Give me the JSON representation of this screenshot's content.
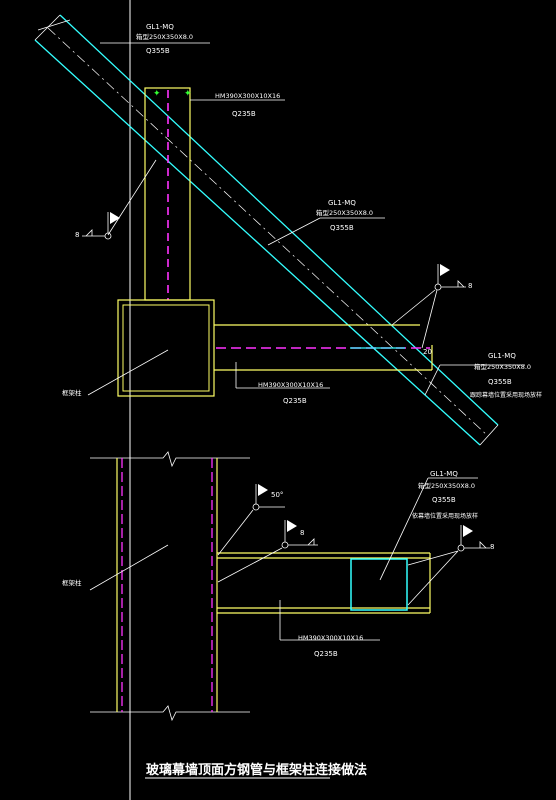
{
  "colors": {
    "background": "#000000",
    "steel_outline": "#ffff66",
    "tube": "#33ffff",
    "centerline": "#ff33ff",
    "leader": "#ffffff",
    "dashed_axis": "#ffffff",
    "weld_mark": "#33ff33"
  },
  "labels": {
    "beam_top_name": "GL1-MQ",
    "beam_top_spec": "箱型250X350X8.0",
    "beam_top_grade": "Q355B",
    "hm_top_spec": "HM390X300X10X16",
    "hm_top_grade": "Q235B",
    "beam_mid_name": "GL1-MQ",
    "beam_mid_spec": "箱型250X350X8.0",
    "beam_mid_grade": "Q355B",
    "weld_left": "8",
    "weld_right": "8",
    "beam_right_name": "GL1-MQ",
    "beam_right_spec": "箱型250X350X8.0",
    "beam_right_grade": "Q355B",
    "beam_right_note": "跟踪幕墙位置采用现场放样",
    "dim_20": "20",
    "column_label_1": "框架柱",
    "hm_mid_spec": "HM390X300X10X16",
    "hm_mid_grade": "Q235B",
    "angle_label": "50°",
    "weld_lower_left": "8",
    "lower_tube_name": "GL1-MQ",
    "lower_tube_spec": "箱型250X350X8.0",
    "lower_tube_grade": "Q355B",
    "lower_tube_note": "依幕墙位置采用现场放样",
    "weld_lower_right": "8",
    "column_label_2": "框架柱",
    "hm_bottom_spec": "HM390X300X10X16",
    "hm_bottom_grade": "Q235B",
    "drawing_title": "玻璃幕墙顶面方钢管与框架柱连接做法"
  }
}
